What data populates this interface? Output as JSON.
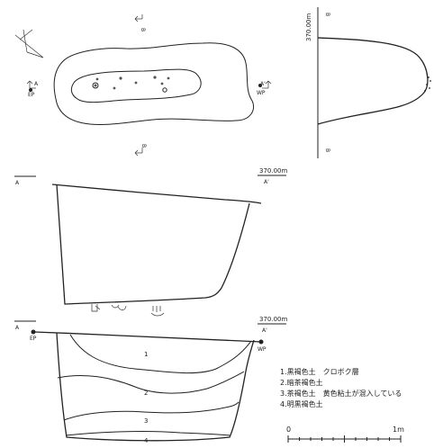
{
  "plan_view": {
    "north_marker": "N",
    "section_a_left": "A",
    "section_a_right": "A'",
    "section_b_top": "B",
    "section_b_bottom": "B",
    "point_ep": "EP",
    "point_wp": "WP"
  },
  "section_b": {
    "elevation": "370.00m",
    "label_top": "B",
    "label_bottom": "B"
  },
  "section_a_upper": {
    "elevation": "370.00m",
    "label_left": "A",
    "label_right": "A'"
  },
  "section_a_lower": {
    "elevation": "370.00m",
    "label_left": "A",
    "label_right": "A'",
    "point_ep": "EP",
    "point_wp": "WP",
    "layer_labels": [
      "1",
      "2",
      "3",
      "4"
    ]
  },
  "legend": {
    "items": [
      "1.黒褐色土　クロボク層",
      "2.暗茶褐色土",
      "3.茶褐色土　黄色粘土が混入している",
      "4.明黒褐色土"
    ]
  },
  "scale_bar": {
    "start_label": "0",
    "end_label": "1m"
  }
}
